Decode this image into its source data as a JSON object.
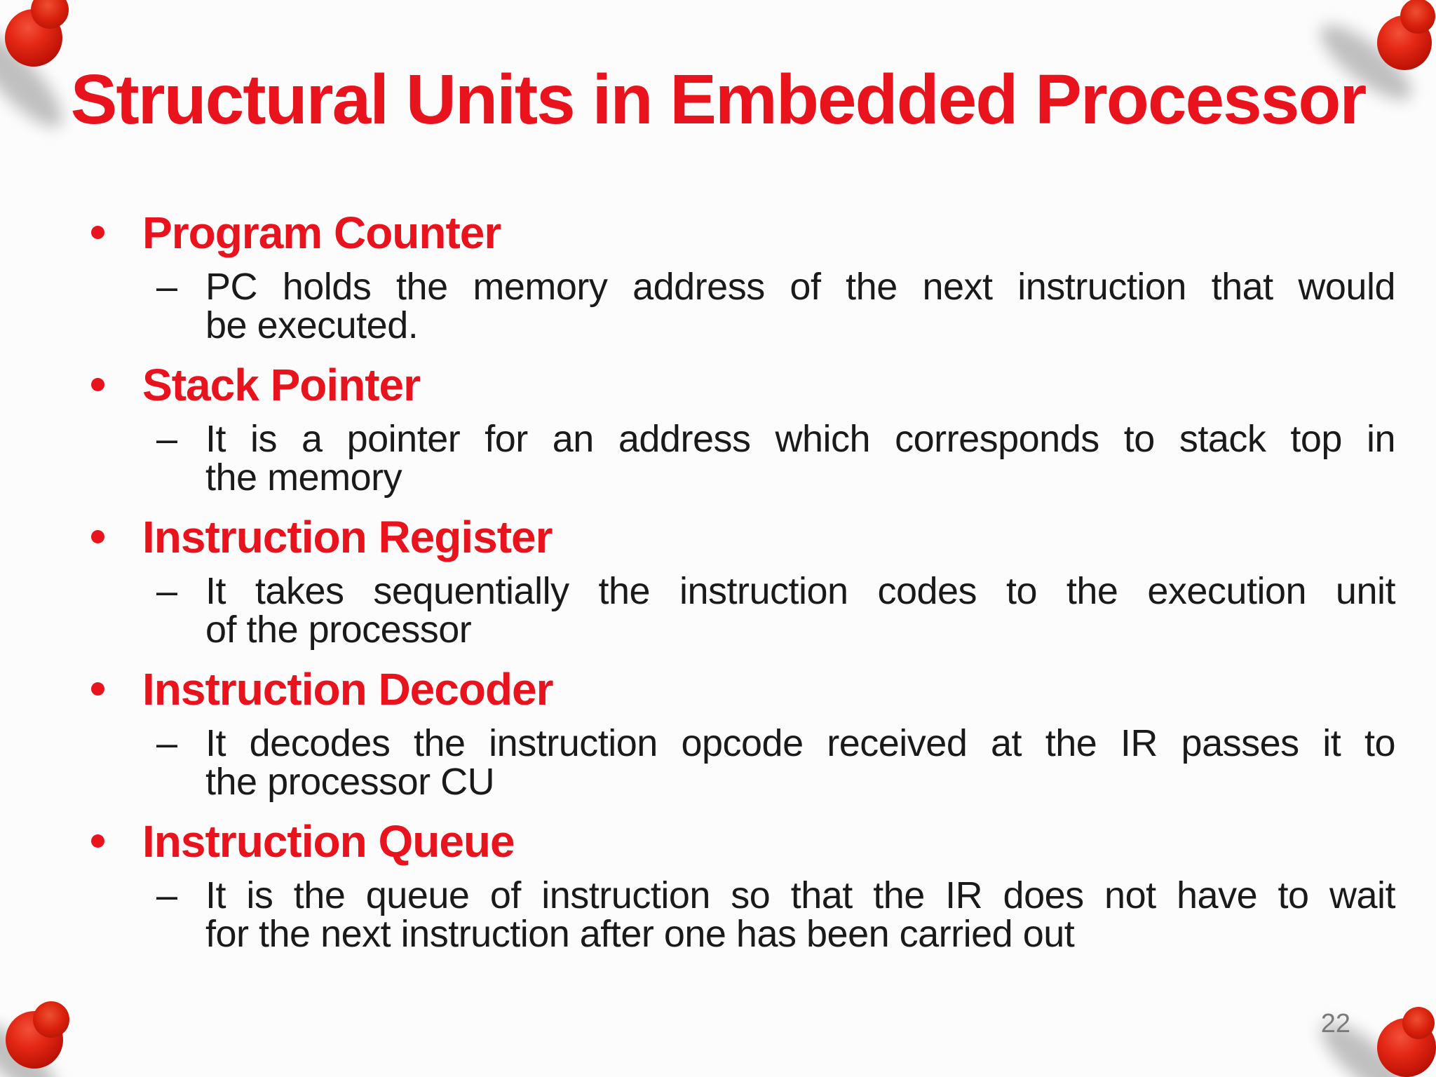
{
  "slide": {
    "title": "Structural Units in Embedded Processor",
    "page_number": "22",
    "dash_marker": "–",
    "colors": {
      "accent_red": "#e8131d",
      "body_text": "#1a1a1a",
      "page_gray": "#7a7a7a",
      "background": "#fcfcfc"
    },
    "bullets": [
      {
        "heading": "Program Counter",
        "lines": [
          "PC holds the memory address of the next instruction that would",
          "be executed."
        ]
      },
      {
        "heading": "Stack Pointer",
        "lines": [
          "It is a pointer for an address which corresponds to stack top in",
          "the memory"
        ]
      },
      {
        "heading": "Instruction Register",
        "lines": [
          "It takes sequentially the instruction codes to the execution unit",
          "of the processor"
        ]
      },
      {
        "heading": "Instruction Decoder",
        "lines": [
          "It decodes the instruction opcode received at the IR passes it to",
          "the processor CU"
        ]
      },
      {
        "heading": "Instruction Queue",
        "lines": [
          "It is the queue of instruction so that the IR does not have to wait",
          "for the next instruction after one has been carried out"
        ]
      }
    ]
  }
}
